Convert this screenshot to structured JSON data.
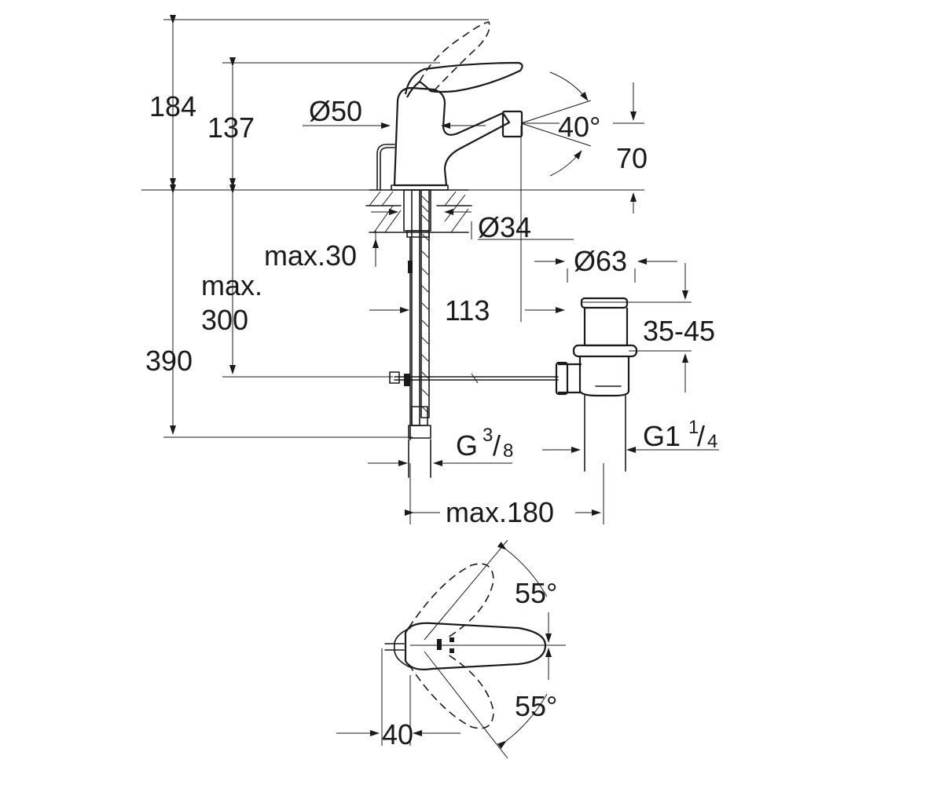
{
  "dimensions": {
    "overall_height": "184",
    "spout_height": "137",
    "body_diameter": "Ø50",
    "spray_angle": "40°",
    "aerator_height": "70",
    "hole_diameter": "Ø34",
    "max_deck_thickness": "max.30",
    "hose_max_line1": "max.",
    "hose_max_line2": "300",
    "spout_projection": "113",
    "waste_diameter": "Ø63",
    "waste_range": "35-45",
    "below_deck": "390",
    "supply_thread_main": "G",
    "supply_thread_num": "3",
    "supply_thread_den": "8",
    "waste_thread_main": "G1",
    "waste_thread_num": "1",
    "waste_thread_den": "4",
    "max_offset": "max.180",
    "lever_rotation_upper": "55°",
    "lever_rotation_lower": "55°",
    "lever_offset": "40"
  }
}
